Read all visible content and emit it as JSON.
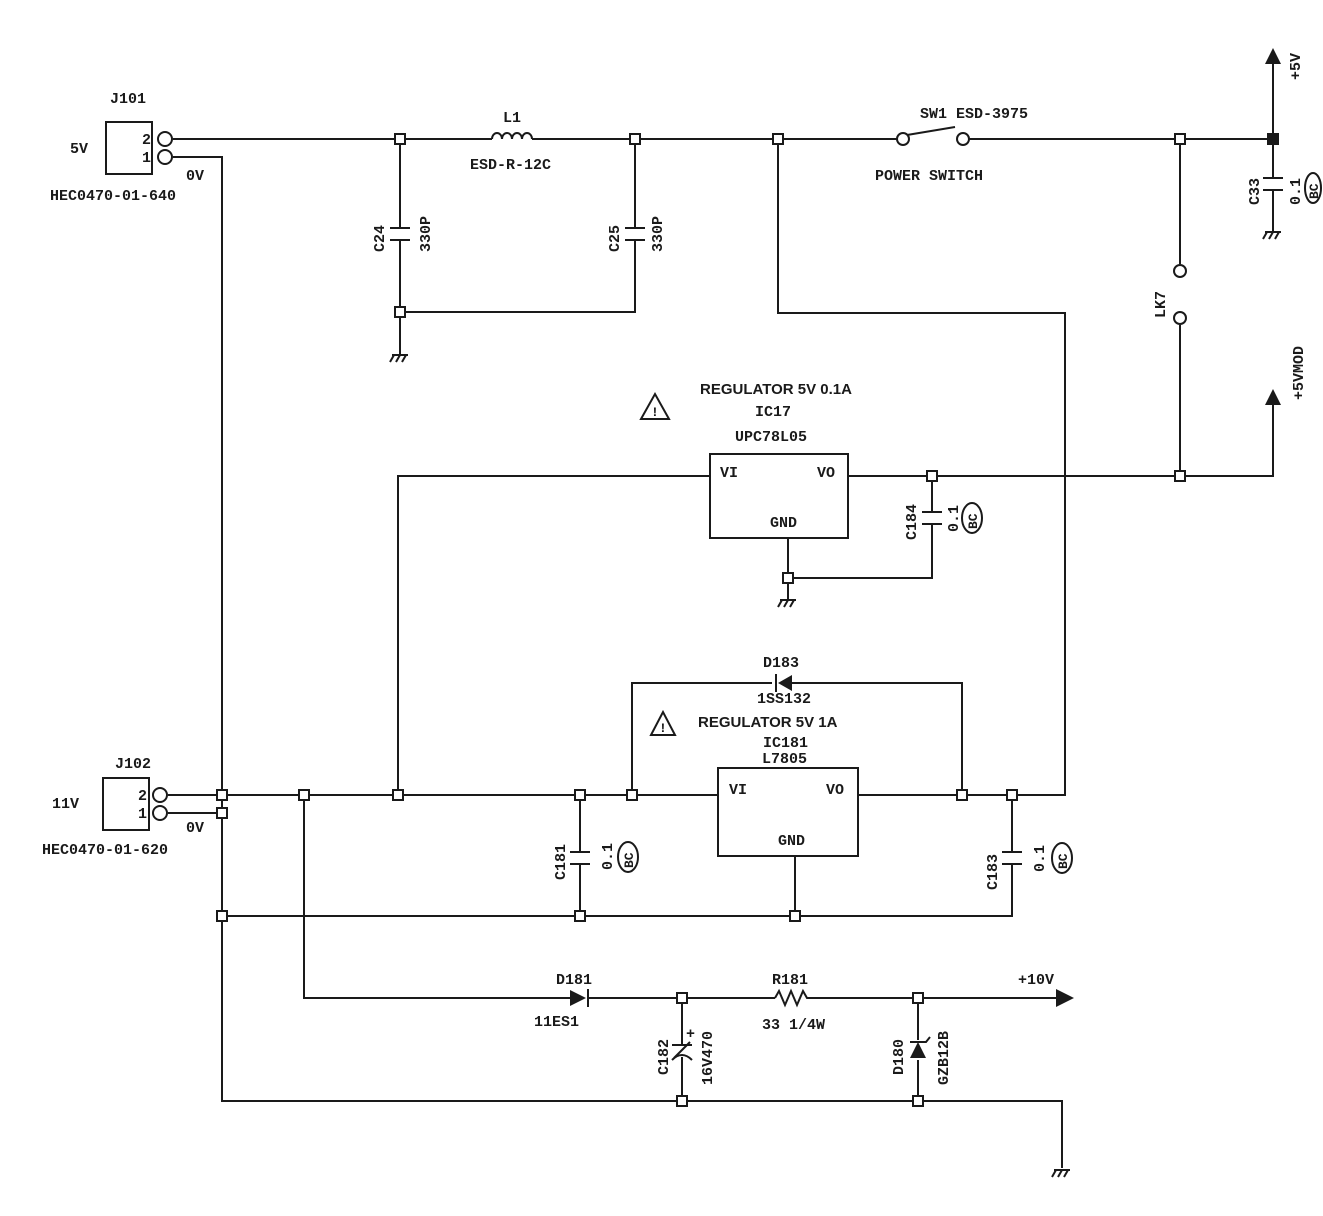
{
  "j101": {
    "ref": "J101",
    "voltage": "5V",
    "pin2": "2",
    "pin1": "1",
    "zero": "0V",
    "part": "HEC0470-01-640"
  },
  "l1": {
    "ref": "L1",
    "part": "ESD-R-12C"
  },
  "c24": {
    "ref": "C24",
    "value": "330P"
  },
  "c25": {
    "ref": "C25",
    "value": "330P"
  },
  "sw1": {
    "ref": "SW1 ESD-3975",
    "desc": "POWER SWITCH"
  },
  "plus5v": "+5V",
  "c33": {
    "ref": "C33",
    "value": "0.1",
    "mark": "BC"
  },
  "lk7": "LK7",
  "plus5vmod": "+5VMOD",
  "ic17": {
    "title": "REGULATOR 5V 0.1A",
    "ref": "IC17",
    "part": "UPC78L05",
    "vi": "VI",
    "vo": "VO",
    "gnd": "GND"
  },
  "c184": {
    "ref": "C184",
    "value": "0.1",
    "mark": "BC"
  },
  "d183": {
    "ref": "D183",
    "part": "1SS132"
  },
  "ic181": {
    "title": "REGULATOR 5V 1A",
    "ref": "IC181",
    "part": "L7805",
    "vi": "VI",
    "vo": "VO",
    "gnd": "GND"
  },
  "j102": {
    "ref": "J102",
    "voltage": "11V",
    "pin2": "2",
    "pin1": "1",
    "zero": "0V",
    "part": "HEC0470-01-620"
  },
  "c181": {
    "ref": "C181",
    "value": "0.1",
    "mark": "BC"
  },
  "c183": {
    "ref": "C183",
    "value": "0.1",
    "mark": "BC"
  },
  "d181": {
    "ref": "D181",
    "part": "11ES1"
  },
  "r181": {
    "ref": "R181",
    "value": "33 1/4W"
  },
  "plus10v": "+10V",
  "c182": {
    "ref": "C182",
    "value": "16V470",
    "polarity": "+"
  },
  "d180": {
    "ref": "D180",
    "part": "GZB12B"
  },
  "caution": "!"
}
